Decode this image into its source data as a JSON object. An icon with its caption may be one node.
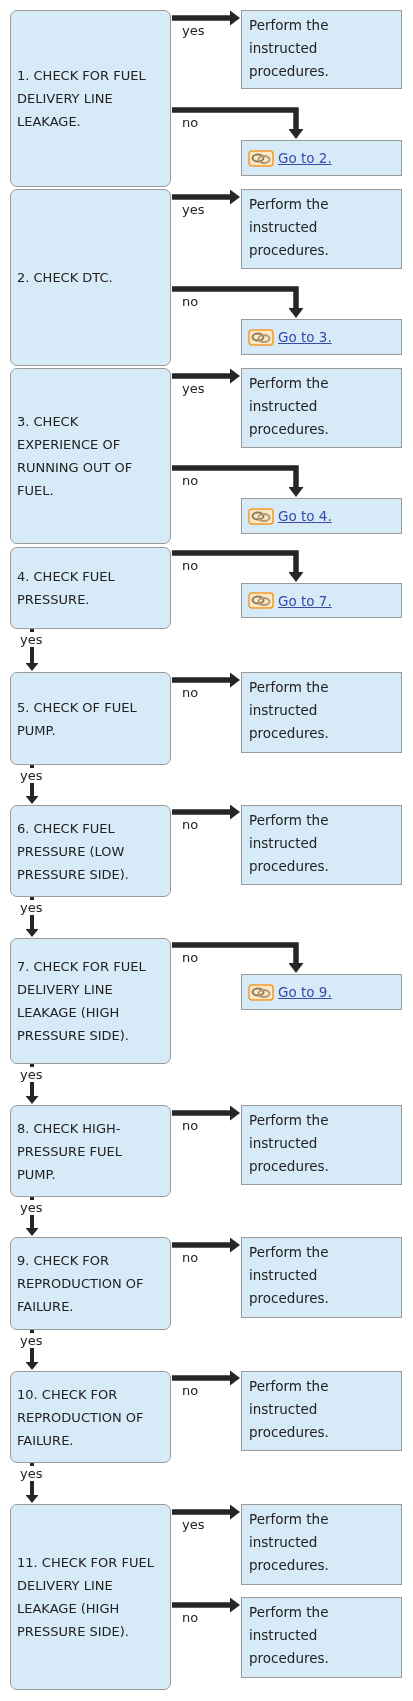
{
  "diagram": {
    "nodes": [
      {
        "text": [
          "1. CHECK FOR FUEL DELIVERY LINE LEAKAGE."
        ]
      },
      {
        "text": [
          "Perform the instructed procedures."
        ]
      },
      {
        "text": [
          "Go to 2."
        ]
      },
      {
        "text": [
          "2. CHECK DTC."
        ]
      },
      {
        "text": [
          "Perform the instructed procedures."
        ]
      },
      {
        "text": [
          "Go to 3."
        ]
      },
      {
        "text": [
          "3. CHECK EXPERIENCE OF RUNNING OUT OF FUEL."
        ]
      },
      {
        "text": [
          "Perform the instructed procedures."
        ]
      },
      {
        "text": [
          "Go to 4."
        ]
      },
      {
        "text": [
          "4. CHECK FUEL PRESSURE."
        ]
      },
      {
        "text": [
          "Go to 7."
        ]
      },
      {
        "text": [
          "5. CHECK OF FUEL PUMP."
        ]
      },
      {
        "text": [
          "Perform the instructed procedures."
        ]
      },
      {
        "text": [
          "6. CHECK FUEL PRESSURE (LOW PRESSURE SIDE)."
        ]
      },
      {
        "text": [
          "Perform the instructed procedures."
        ]
      },
      {
        "text": [
          "7. CHECK FOR FUEL DELIVERY LINE LEAKAGE (HIGH PRESSURE SIDE)."
        ]
      },
      {
        "text": [
          "Go to 9."
        ]
      },
      {
        "text": [
          "8. CHECK HIGH-PRESSURE FUEL PUMP."
        ]
      },
      {
        "text": [
          "Perform the instructed procedures."
        ]
      },
      {
        "text": [
          "9. CHECK FOR REPRODUCTION OF FAILURE."
        ]
      },
      {
        "text": [
          "Perform the instructed procedures."
        ]
      },
      {
        "text": [
          "10. CHECK FOR REPRODUCTION OF FAILURE."
        ]
      },
      {
        "text": [
          "Perform the instructed procedures."
        ]
      },
      {
        "text": [
          "11. CHECK FOR FUEL DELIVERY LINE LEAKAGE (HIGH PRESSURE SIDE)."
        ]
      },
      {
        "text": [
          "Perform the instructed procedures."
        ]
      },
      {
        "text": [
          "Perform the instructed procedures."
        ]
      }
    ],
    "edges": [
      {
        "from": 0,
        "to": 1,
        "arrow": "to",
        "label": "yes"
      },
      {
        "from": 0,
        "to": 2,
        "arrow": "to",
        "label": "no"
      },
      {
        "from": 3,
        "to": 4,
        "arrow": "to",
        "label": "yes"
      },
      {
        "from": 3,
        "to": 5,
        "arrow": "to",
        "label": "no"
      },
      {
        "from": 6,
        "to": 7,
        "arrow": "to",
        "label": "yes"
      },
      {
        "from": 6,
        "to": 8,
        "arrow": "to",
        "label": "no"
      },
      {
        "from": 9,
        "to": 10,
        "arrow": "to",
        "label": "no"
      },
      {
        "from": 9,
        "to": 11,
        "arrow": "to",
        "label": "yes"
      },
      {
        "from": 11,
        "to": 12,
        "arrow": "to",
        "label": "no"
      },
      {
        "from": 11,
        "to": 13,
        "arrow": "to",
        "label": "yes"
      },
      {
        "from": 13,
        "to": 14,
        "arrow": "to",
        "label": "no"
      },
      {
        "from": 13,
        "to": 15,
        "arrow": "to",
        "label": "yes"
      },
      {
        "from": 15,
        "to": 16,
        "arrow": "to",
        "label": "no"
      },
      {
        "from": 15,
        "to": 17,
        "arrow": "to",
        "label": "yes"
      },
      {
        "from": 17,
        "to": 18,
        "arrow": "to",
        "label": "no"
      },
      {
        "from": 17,
        "to": 19,
        "arrow": "to",
        "label": "yes"
      },
      {
        "from": 19,
        "to": 20,
        "arrow": "to",
        "label": "no"
      },
      {
        "from": 19,
        "to": 21,
        "arrow": "to",
        "label": "yes"
      },
      {
        "from": 21,
        "to": 22,
        "arrow": "to",
        "label": "no"
      },
      {
        "from": 21,
        "to": 23,
        "arrow": "to",
        "label": "yes"
      },
      {
        "from": 23,
        "to": 24,
        "arrow": "to",
        "label": "yes"
      },
      {
        "from": 23,
        "to": 25,
        "arrow": "to",
        "label": "no"
      }
    ]
  }
}
